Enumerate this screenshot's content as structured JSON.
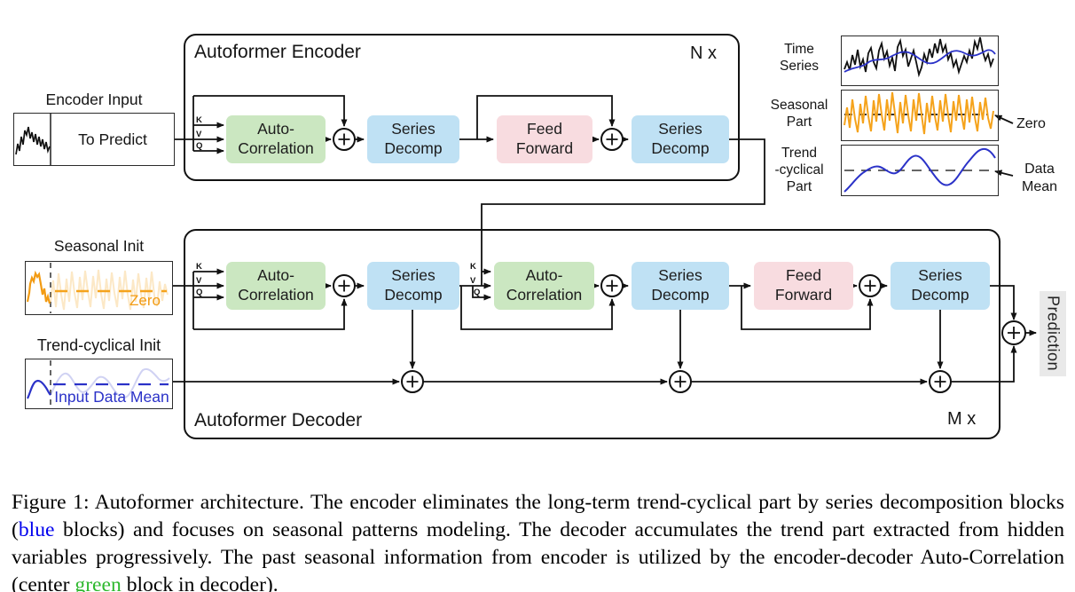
{
  "figure_title": "Figure 1: Autoformer architecture",
  "kvq": {
    "k": "K",
    "v": "V",
    "q": "Q"
  },
  "encoder": {
    "title": "Autoformer Encoder",
    "repeat_label": "N x",
    "input": {
      "label": "Encoder Input",
      "box_text": "To Predict"
    },
    "blocks": [
      {
        "line1": "Auto-",
        "line2": "Correlation"
      },
      {
        "line1": "Series",
        "line2": "Decomp"
      },
      {
        "line1": "Feed",
        "line2": "Forward"
      },
      {
        "line1": "Series",
        "line2": "Decomp"
      }
    ]
  },
  "decoder": {
    "title": "Autoformer Decoder",
    "repeat_label": "M x",
    "seasonal_init": {
      "label": "Seasonal Init",
      "zero_label": "Zero"
    },
    "trend_init": {
      "label": "Trend-cyclical Init",
      "mean_label": "Input Data Mean"
    },
    "blocks": [
      {
        "line1": "Auto-",
        "line2": "Correlation"
      },
      {
        "line1": "Series",
        "line2": "Decomp"
      },
      {
        "line1": "Auto-",
        "line2": "Correlation"
      },
      {
        "line1": "Series",
        "line2": "Decomp"
      },
      {
        "line1": "Feed",
        "line2": "Forward"
      },
      {
        "line1": "Series",
        "line2": "Decomp"
      }
    ],
    "output_label": "Prediction"
  },
  "side_panel": {
    "time_series": {
      "line1": "Time",
      "line2": "Series"
    },
    "seasonal": {
      "line1": "Seasonal",
      "line2": "Part",
      "annotation": "Zero"
    },
    "trend": {
      "line1": "Trend",
      "line2": "-cyclical",
      "line3": "Part",
      "annotation_line1": "Data",
      "annotation_line2": "Mean"
    }
  },
  "caption": {
    "part1": "Figure 1: Autoformer architecture. The encoder eliminates the long-term trend-cyclical part by series decomposition blocks (",
    "blue_word": "blue",
    "part2": " blocks) and focuses on seasonal patterns modeling. The decoder accumulates the trend part extracted from hidden variables progressively. The past seasonal information from encoder is utilized by the encoder-decoder Auto-Correlation (center ",
    "green_word": "green",
    "part3": " block in decoder)."
  },
  "colors": {
    "auto_correlation_block": "#cbe7c1",
    "series_decomp_block": "#bfe1f4",
    "feed_forward_block": "#f8dce0",
    "seasonal_orange": "#f29b13",
    "trend_blue": "#2b32c8",
    "caption_blue_word": "#0000ee",
    "caption_green_word": "#2eb82e",
    "prediction_background": "#e9e9e9"
  }
}
